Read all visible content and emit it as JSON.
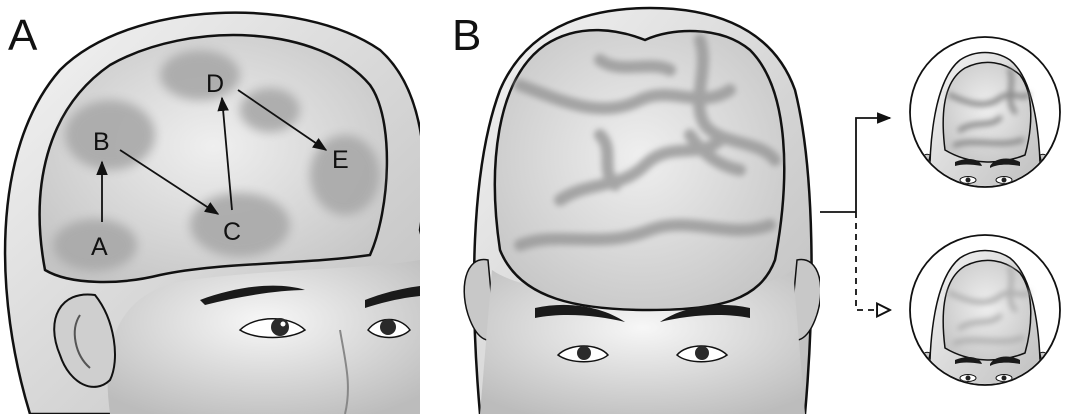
{
  "panels": {
    "a": {
      "label": "A"
    },
    "b": {
      "label": "B"
    }
  },
  "nodes": {
    "a": "A",
    "b": "B",
    "c": "C",
    "d": "D",
    "e": "E"
  },
  "edges": [
    {
      "from": "A",
      "to": "B"
    },
    {
      "from": "B",
      "to": "C"
    },
    {
      "from": "C",
      "to": "D"
    },
    {
      "from": "D",
      "to": "E"
    }
  ],
  "branches": [
    {
      "style": "solid"
    },
    {
      "style": "dashed"
    }
  ],
  "colors": {
    "line": "#111111",
    "skin": "#e2e2e2",
    "brain": "#dcdcdc",
    "patch": "#a9a9a9"
  }
}
